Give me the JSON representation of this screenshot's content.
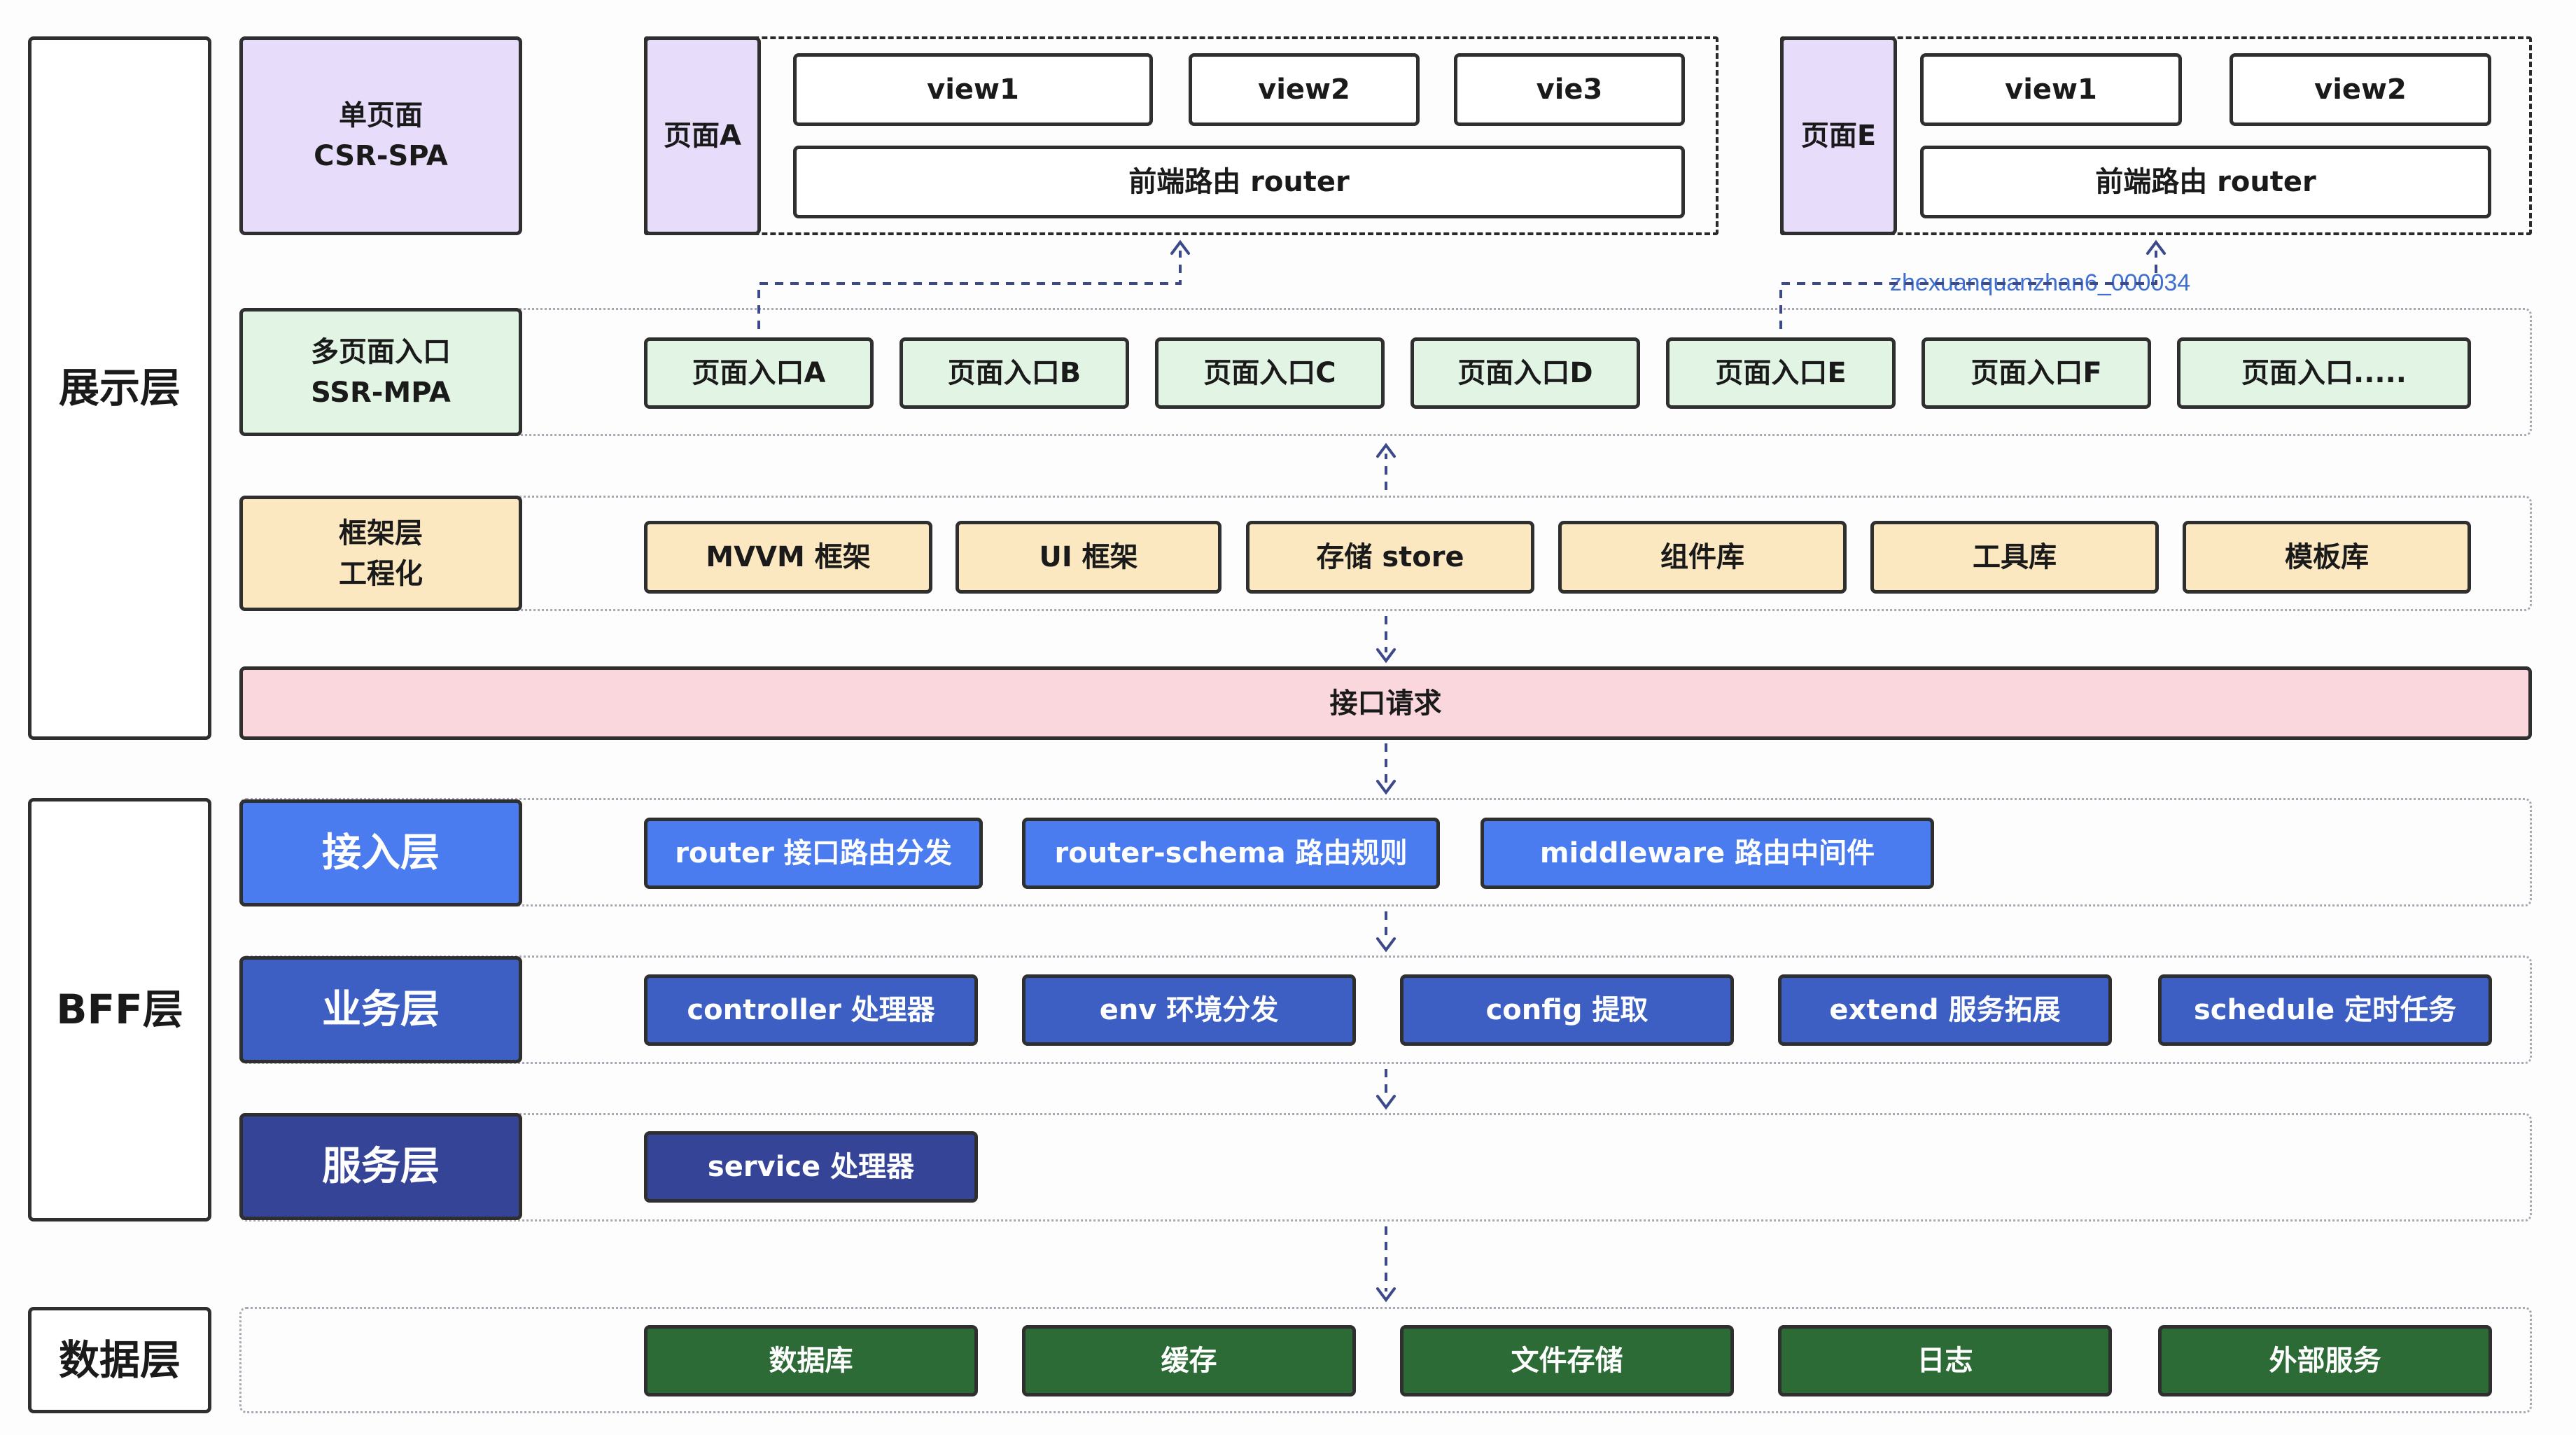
{
  "layers": {
    "presentation": "展示层",
    "bff": "BFF层",
    "data": "数据层"
  },
  "spa": {
    "label": "单页面\nCSR-SPA",
    "group_a": {
      "page": "页面A",
      "views": [
        "view1",
        "view2",
        "vie3"
      ],
      "router": "前端路由 router"
    },
    "group_e": {
      "page": "页面E",
      "views": [
        "view1",
        "view2"
      ],
      "router": "前端路由 router"
    }
  },
  "watermark": "zhexuanquanzhan6_000034",
  "mpa": {
    "label": "多页面入口\nSSR-MPA",
    "entries": [
      "页面入口A",
      "页面入口B",
      "页面入口C",
      "页面入口D",
      "页面入口E",
      "页面入口F",
      "页面入口....."
    ]
  },
  "framework": {
    "label": "框架层\n工程化",
    "items": [
      "MVVM 框架",
      "UI 框架",
      "存储 store",
      "组件库",
      "工具库",
      "模板库"
    ]
  },
  "api_request": "接口请求",
  "access": {
    "label": "接入层",
    "items": [
      "router 接口路由分发",
      "router-schema 路由规则",
      "middleware 路由中间件"
    ]
  },
  "business": {
    "label": "业务层",
    "items": [
      "controller 处理器",
      "env 环境分发",
      "config 提取",
      "extend 服务拓展",
      "schedule 定时任务"
    ]
  },
  "service": {
    "label": "服务层",
    "items": [
      "service 处理器"
    ]
  },
  "storage": {
    "items": [
      "数据库",
      "缓存",
      "文件存储",
      "日志",
      "外部服务"
    ]
  },
  "colors": {
    "spa_purple": "#e7dcfa",
    "mpa_green": "#e2f5e4",
    "framework_yellow": "#fbe8c0",
    "api_pink": "#f9d7dc",
    "access_blue": "#4a7cef",
    "business_blue": "#3d5ec2",
    "service_blue": "#364498",
    "data_green": "#2c6a36",
    "arrow": "#3d4a8a"
  }
}
